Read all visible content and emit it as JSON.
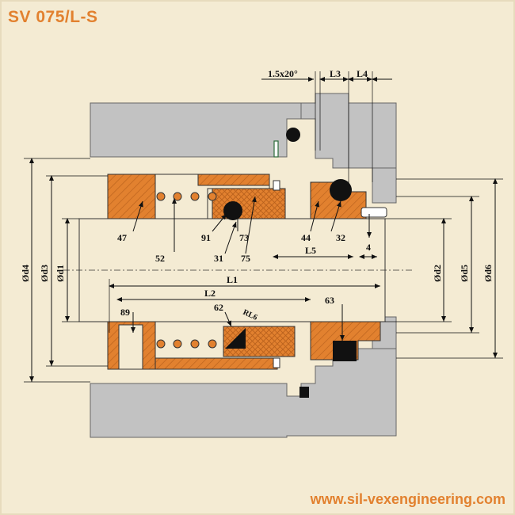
{
  "header": {
    "title": "SV 075/L-S"
  },
  "footer": {
    "website": "www.sil-vexengineering.com"
  },
  "colors": {
    "background": "#f4ebd3",
    "housing": "#c2c2c2",
    "seal_parts": "#e2812f",
    "accent_text": "#e2812f",
    "black_parts": "#111111"
  },
  "dimensions": {
    "chamfer": "1.5x20°",
    "l3": "L3",
    "l4": "L4",
    "l5": "L5",
    "four": "4",
    "l1": "L1",
    "l2": "L2",
    "rl6": "RL6",
    "d1": "Ød1",
    "d2": "Ød2",
    "d3": "Ød3",
    "d4": "Ød4",
    "d5": "Ød5",
    "d6": "Ød6"
  },
  "parts": {
    "p47": "47",
    "p52": "52",
    "p91": "91",
    "p73": "73",
    "p31": "31",
    "p75": "75",
    "p44": "44",
    "p32": "32",
    "p89": "89",
    "p62": "62",
    "p63": "63"
  }
}
